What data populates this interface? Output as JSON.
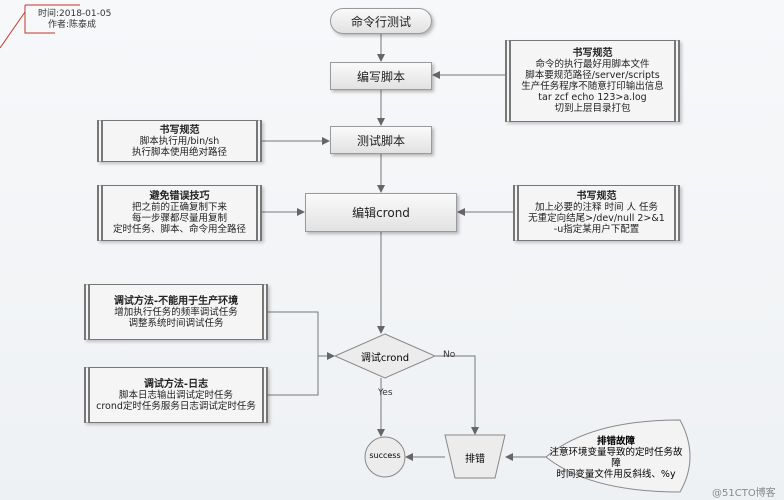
{
  "header": {
    "time": "时间:2018-01-05",
    "author": "作者:陈泰成"
  },
  "flow": {
    "start": "命令行测试",
    "write": "编写脚本",
    "test": "测试脚本",
    "edit": "编辑crond",
    "decision": "调试crond",
    "yes": "Yes",
    "no": "No",
    "success": "success",
    "troubleshoot": "排错"
  },
  "notes": {
    "write_spec": {
      "title": "书写规范",
      "lines": [
        "命令的执行最好用脚本文件",
        "脚本要规范路径/server/scripts",
        "生产任务程序不随意打印输出信息",
        "tar zcf echo 123>a.log",
        "切到上层目录打包"
      ]
    },
    "test_spec": {
      "title": "书写规范",
      "lines": [
        "脚本执行用/bin/sh",
        "执行脚本使用绝对路径"
      ]
    },
    "avoid": {
      "title": "避免错误技巧",
      "lines": [
        "把之前的正确复制下来",
        "每一步骤都尽量用复制",
        "定时任务、脚本、命令用全路径"
      ]
    },
    "crond_spec": {
      "title": "书写规范",
      "lines": [
        "加上必要的注释 时间 人 任务",
        "无重定向结尾>/dev/null 2>&1",
        "-u指定某用户下配置"
      ]
    },
    "debug1": {
      "title": "调试方法-不能用于生产环境",
      "lines": [
        "增加执行任务的频率调试任务",
        "调整系统时间调试任务"
      ]
    },
    "debug2": {
      "title": "调试方法-日志",
      "lines": [
        "脚本日志输出调试定时任务",
        "crond定时任务服务日志调试定时任务"
      ]
    },
    "trouble": {
      "title": "排错故障",
      "lines": [
        "注意环境变量导致的定时任务故障",
        "时间变量文件用反斜线、%y"
      ]
    }
  },
  "watermark": "@51CTO博客"
}
